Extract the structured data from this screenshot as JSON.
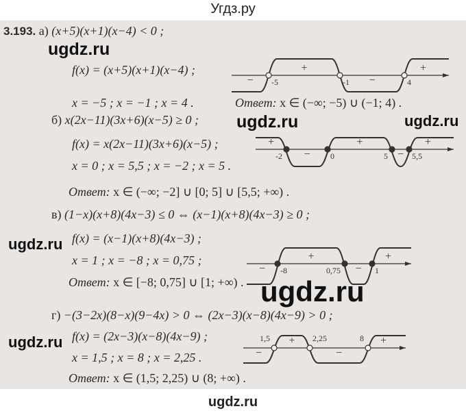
{
  "header": {
    "site_title": "Угдз.ру"
  },
  "footer": {
    "site": "ugdz.ru"
  },
  "watermark": "ugdz.ru",
  "problem_number": "3.193.",
  "answer_label": "Ответ:",
  "parts": [
    {
      "letter": "а)",
      "inequality": "(x+5)(x+1)(x−4) < 0 ;",
      "function": "f(x) = (x+5)(x+1)(x−4) ;",
      "roots": "x = −5 ;   x = −1 ;   x = 4 .",
      "answer": "x ∈ (−∞; −5) ∪ (−1; 4) .",
      "chart": {
        "points": [
          "-5",
          "-1",
          "4"
        ],
        "filled": false,
        "signs": [
          "−",
          "+",
          "−",
          "+"
        ]
      }
    },
    {
      "letter": "б)",
      "inequality": "x(2x−11)(3x+6)(x−5) ≥ 0 ;",
      "function": "f(x) = x(2x−11)(3x+6)(x−5) ;",
      "roots": "x = 0 ;  x = 5,5 ;  x = −2 ;  x = 5 .",
      "answer": "x ∈ (−∞; −2] ∪ [0; 5] ∪ [5,5; +∞) .",
      "chart": {
        "points": [
          "-2",
          "0",
          "5",
          "5,5"
        ],
        "filled": true,
        "signs": [
          "+",
          "−",
          "+",
          "−",
          "+"
        ]
      }
    },
    {
      "letter": "в)",
      "inequality": "(1−x)(x+8)(4x−3) ≤ 0 ⇔ (x−1)(x+8)(4x−3) ≥ 0 ;",
      "function": "f(x) = (x−1)(x+8)(4x−3) ;",
      "roots": "x = 1 ;   x = −8 ;   x = 0,75 ;",
      "answer": "x ∈ [−8; 0,75] ∪ [1; +∞) .",
      "chart": {
        "points": [
          "-8",
          "0,75",
          "1"
        ],
        "filled": true,
        "signs": [
          "−",
          "+",
          "−",
          "+"
        ]
      }
    },
    {
      "letter": "г)",
      "inequality": "−(3−2x)(8−x)(9−4x) > 0 ⇔ (2x−3)(x−8)(4x−9) > 0 ;",
      "function": "f(x) = (2x−3)(x−8)(4x−9) ;",
      "roots": "x = 1,5 ;   x = 8 ;   x = 2,25 .",
      "answer": "x ∈ (1,5; 2,25) ∪ (8; +∞) .",
      "chart": {
        "points": [
          "1,5",
          "2,25",
          "8"
        ],
        "filled": false,
        "signs": [
          "−",
          "+",
          "−",
          "+"
        ]
      }
    }
  ]
}
